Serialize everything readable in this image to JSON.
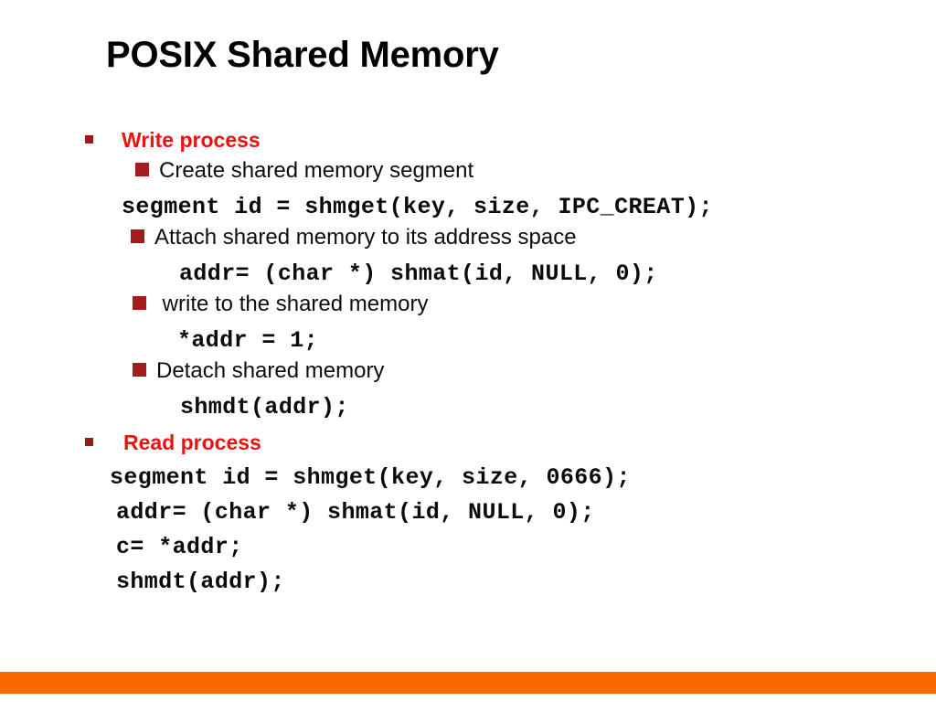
{
  "slide": {
    "title": "POSIX Shared Memory",
    "background_color": "#ffffff",
    "accent_bar_color": "#fa6800",
    "heading_color": "#ef1010",
    "bullet_color": "#a51c1c",
    "body_text_color": "#0d0d0d"
  },
  "content": {
    "write_process": {
      "heading": "Write process",
      "steps": [
        {
          "label": "Create shared memory segment",
          "code": "segment id = shmget(key, size, IPC_CREAT);"
        },
        {
          "label": "Attach shared memory to its address space",
          "code": "addr= (char *) shmat(id, NULL, 0);"
        },
        {
          "label": " write to the shared memory",
          "code": "*addr = 1;"
        },
        {
          "label": "Detach shared memory",
          "code": "shmdt(addr);"
        }
      ]
    },
    "read_process": {
      "heading": "Read process",
      "code_lines": [
        "segment id = shmget(key, size, 0666);",
        "addr= (char *) shmat(id, NULL, 0);",
        "c= *addr;",
        "shmdt(addr);"
      ]
    }
  }
}
